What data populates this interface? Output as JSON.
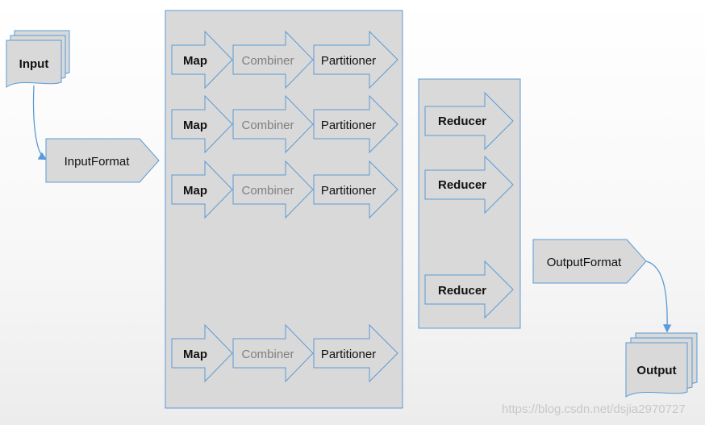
{
  "colors": {
    "shape_fill": "#d9d9d9",
    "shape_stroke": "#5b9bd5",
    "text_dark": "#111111",
    "text_gray": "#7f7f7f",
    "connector": "#5b9bd5"
  },
  "input": {
    "label": "Input"
  },
  "input_format": {
    "label": "InputFormat"
  },
  "map_rows": [
    {
      "map": "Map",
      "combiner": "Combiner",
      "partitioner": "Partitioner"
    },
    {
      "map": "Map",
      "combiner": "Combiner",
      "partitioner": "Partitioner"
    },
    {
      "map": "Map",
      "combiner": "Combiner",
      "partitioner": "Partitioner"
    },
    {
      "map": "Map",
      "combiner": "Combiner",
      "partitioner": "Partitioner"
    }
  ],
  "reducers": [
    {
      "label": "Reducer"
    },
    {
      "label": "Reducer"
    },
    {
      "label": "Reducer"
    }
  ],
  "output_format": {
    "label": "OutputFormat"
  },
  "output": {
    "label": "Output"
  },
  "watermark": "https://blog.csdn.net/dsjia2970727"
}
